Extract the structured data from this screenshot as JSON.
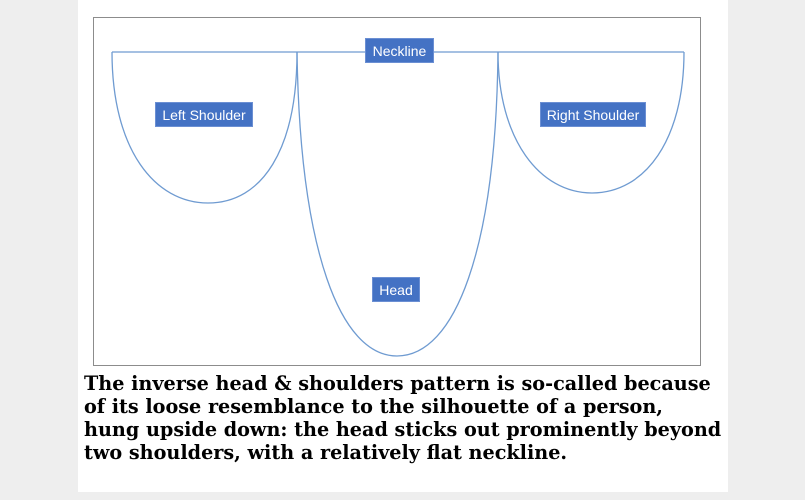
{
  "diagram": {
    "labels": {
      "neckline": "Neckline",
      "left_shoulder": "Left Shoulder",
      "right_shoulder": "Right Shoulder",
      "head": "Head"
    },
    "line_color": "#6f9bd1",
    "label_fill": "#4472c4",
    "label_text_color": "#ffffff"
  },
  "caption": "The inverse head & shoulders pattern is so-called because of its loose resemblance to the silhouette of a person, hung upside down: the head sticks out prominently beyond two shoulders, with a relatively flat neckline."
}
